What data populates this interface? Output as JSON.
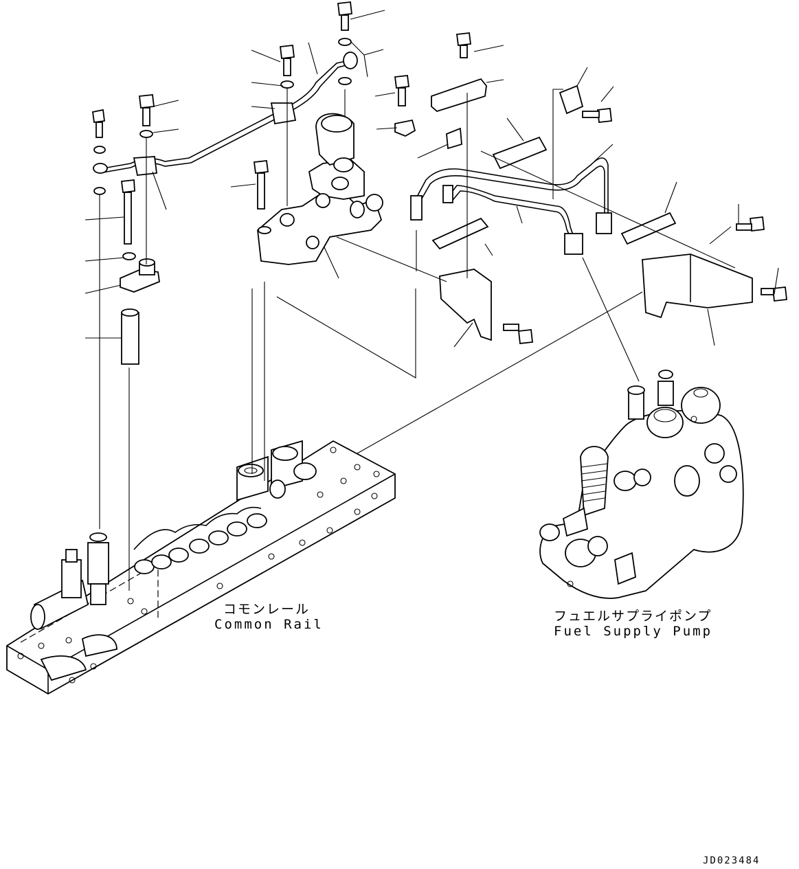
{
  "labels": {
    "common_rail_jp": "コモンレール",
    "common_rail_en": "Common Rail",
    "fuel_pump_jp": "フュエルサプライポンプ",
    "fuel_pump_en": "Fuel Supply Pump",
    "drawing_code": "JD023484"
  }
}
